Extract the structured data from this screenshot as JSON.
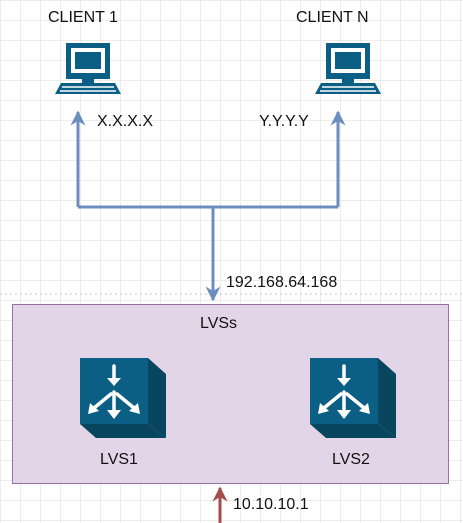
{
  "clients": [
    {
      "name": "CLIENT 1",
      "ip": "X.X.X.X"
    },
    {
      "name": "CLIENT N",
      "ip": "Y.Y.Y.Y"
    }
  ],
  "vip": "192.168.64.168",
  "lvs_group": {
    "label": "LVSs",
    "nodes": [
      {
        "name": "LVS1"
      },
      {
        "name": "LVS2"
      }
    ]
  },
  "inbound": {
    "ip": "10.10.10.1"
  },
  "colors": {
    "arrow_blue": "#6c8ebf",
    "arrow_red": "#a74b4b",
    "icon_blue": "#0b5f84",
    "lvs_fill": "#e1d5e7",
    "lvs_border": "#9673a6"
  },
  "icons": [
    "computer-icon",
    "router-icon"
  ]
}
